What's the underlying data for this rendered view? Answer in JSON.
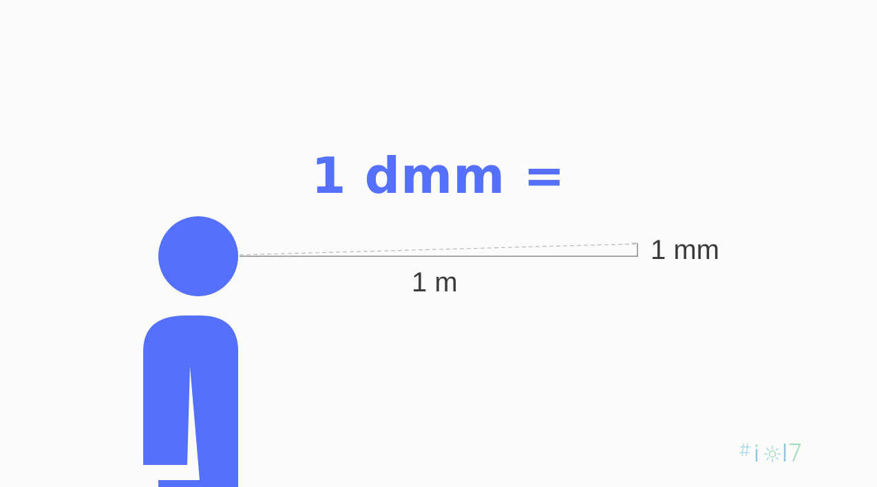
{
  "slide": {
    "title": "1 dmm =",
    "distance_label": "1 m",
    "size_label": "1 mm",
    "logo_text": "#io17"
  },
  "colors": {
    "accent": "#5570fa",
    "text": "#3a3a3a",
    "line": "#8a8a8a",
    "dash": "#b8b8b8",
    "background": "#fbfbf9",
    "logo_cyan": "#9fd8e6",
    "logo_green": "#a6dcc2"
  },
  "icons": {
    "person": "person-silhouette-icon",
    "logo": "io17-logo-icon"
  }
}
